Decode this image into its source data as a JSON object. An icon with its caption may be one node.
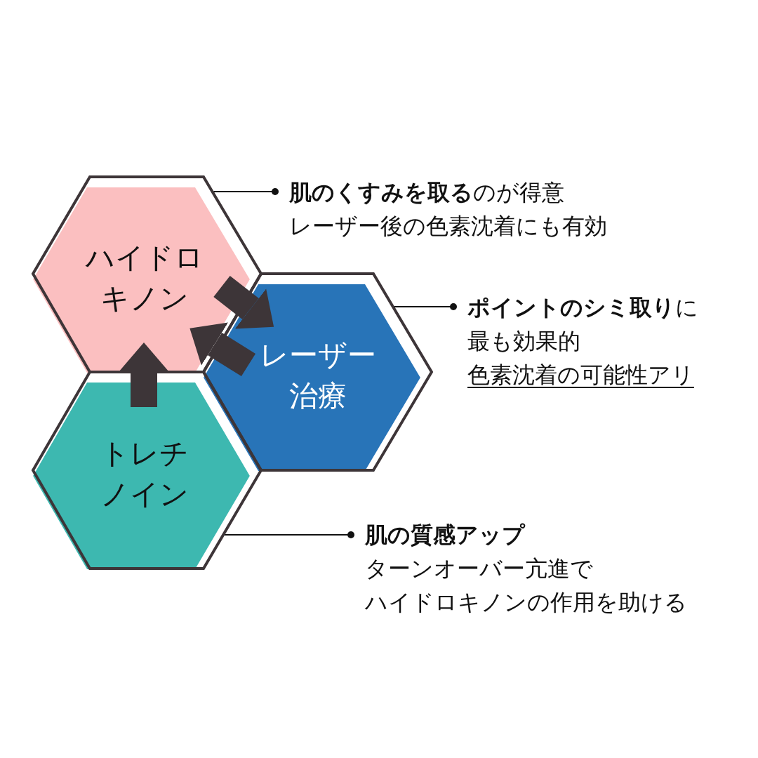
{
  "diagram": {
    "nodes": [
      {
        "text": [
          "ハイドロキノン"
        ]
      },
      {
        "text": [
          "レーザー治療"
        ]
      },
      {
        "text": [
          "トレチノイン"
        ]
      },
      {
        "text": [
          "**肌のくすみを取る**のが得意",
          "レーザー後の色素沈着にも有効"
        ]
      },
      {
        "text": [
          "**ポイントのシミ取り**に",
          "最も効果的",
          "色素沈着の可能性アリ"
        ]
      },
      {
        "text": [
          "**肌の質感アップ**",
          "ターンオーバー亢進で",
          "ハイドロキノンの作用を助ける"
        ]
      }
    ],
    "edges": [
      {
        "from": 2,
        "to": 0,
        "arrow": "to",
        "style": "thick"
      },
      {
        "from": 0,
        "to": 1,
        "arrow": "to",
        "style": "thick"
      },
      {
        "from": 1,
        "to": 0,
        "arrow": "to",
        "style": "thick"
      },
      {
        "from": 3,
        "to": 0,
        "arrow": "other"
      },
      {
        "from": 4,
        "to": 1,
        "arrow": "other"
      },
      {
        "from": 5,
        "to": 2,
        "arrow": "other"
      }
    ]
  }
}
